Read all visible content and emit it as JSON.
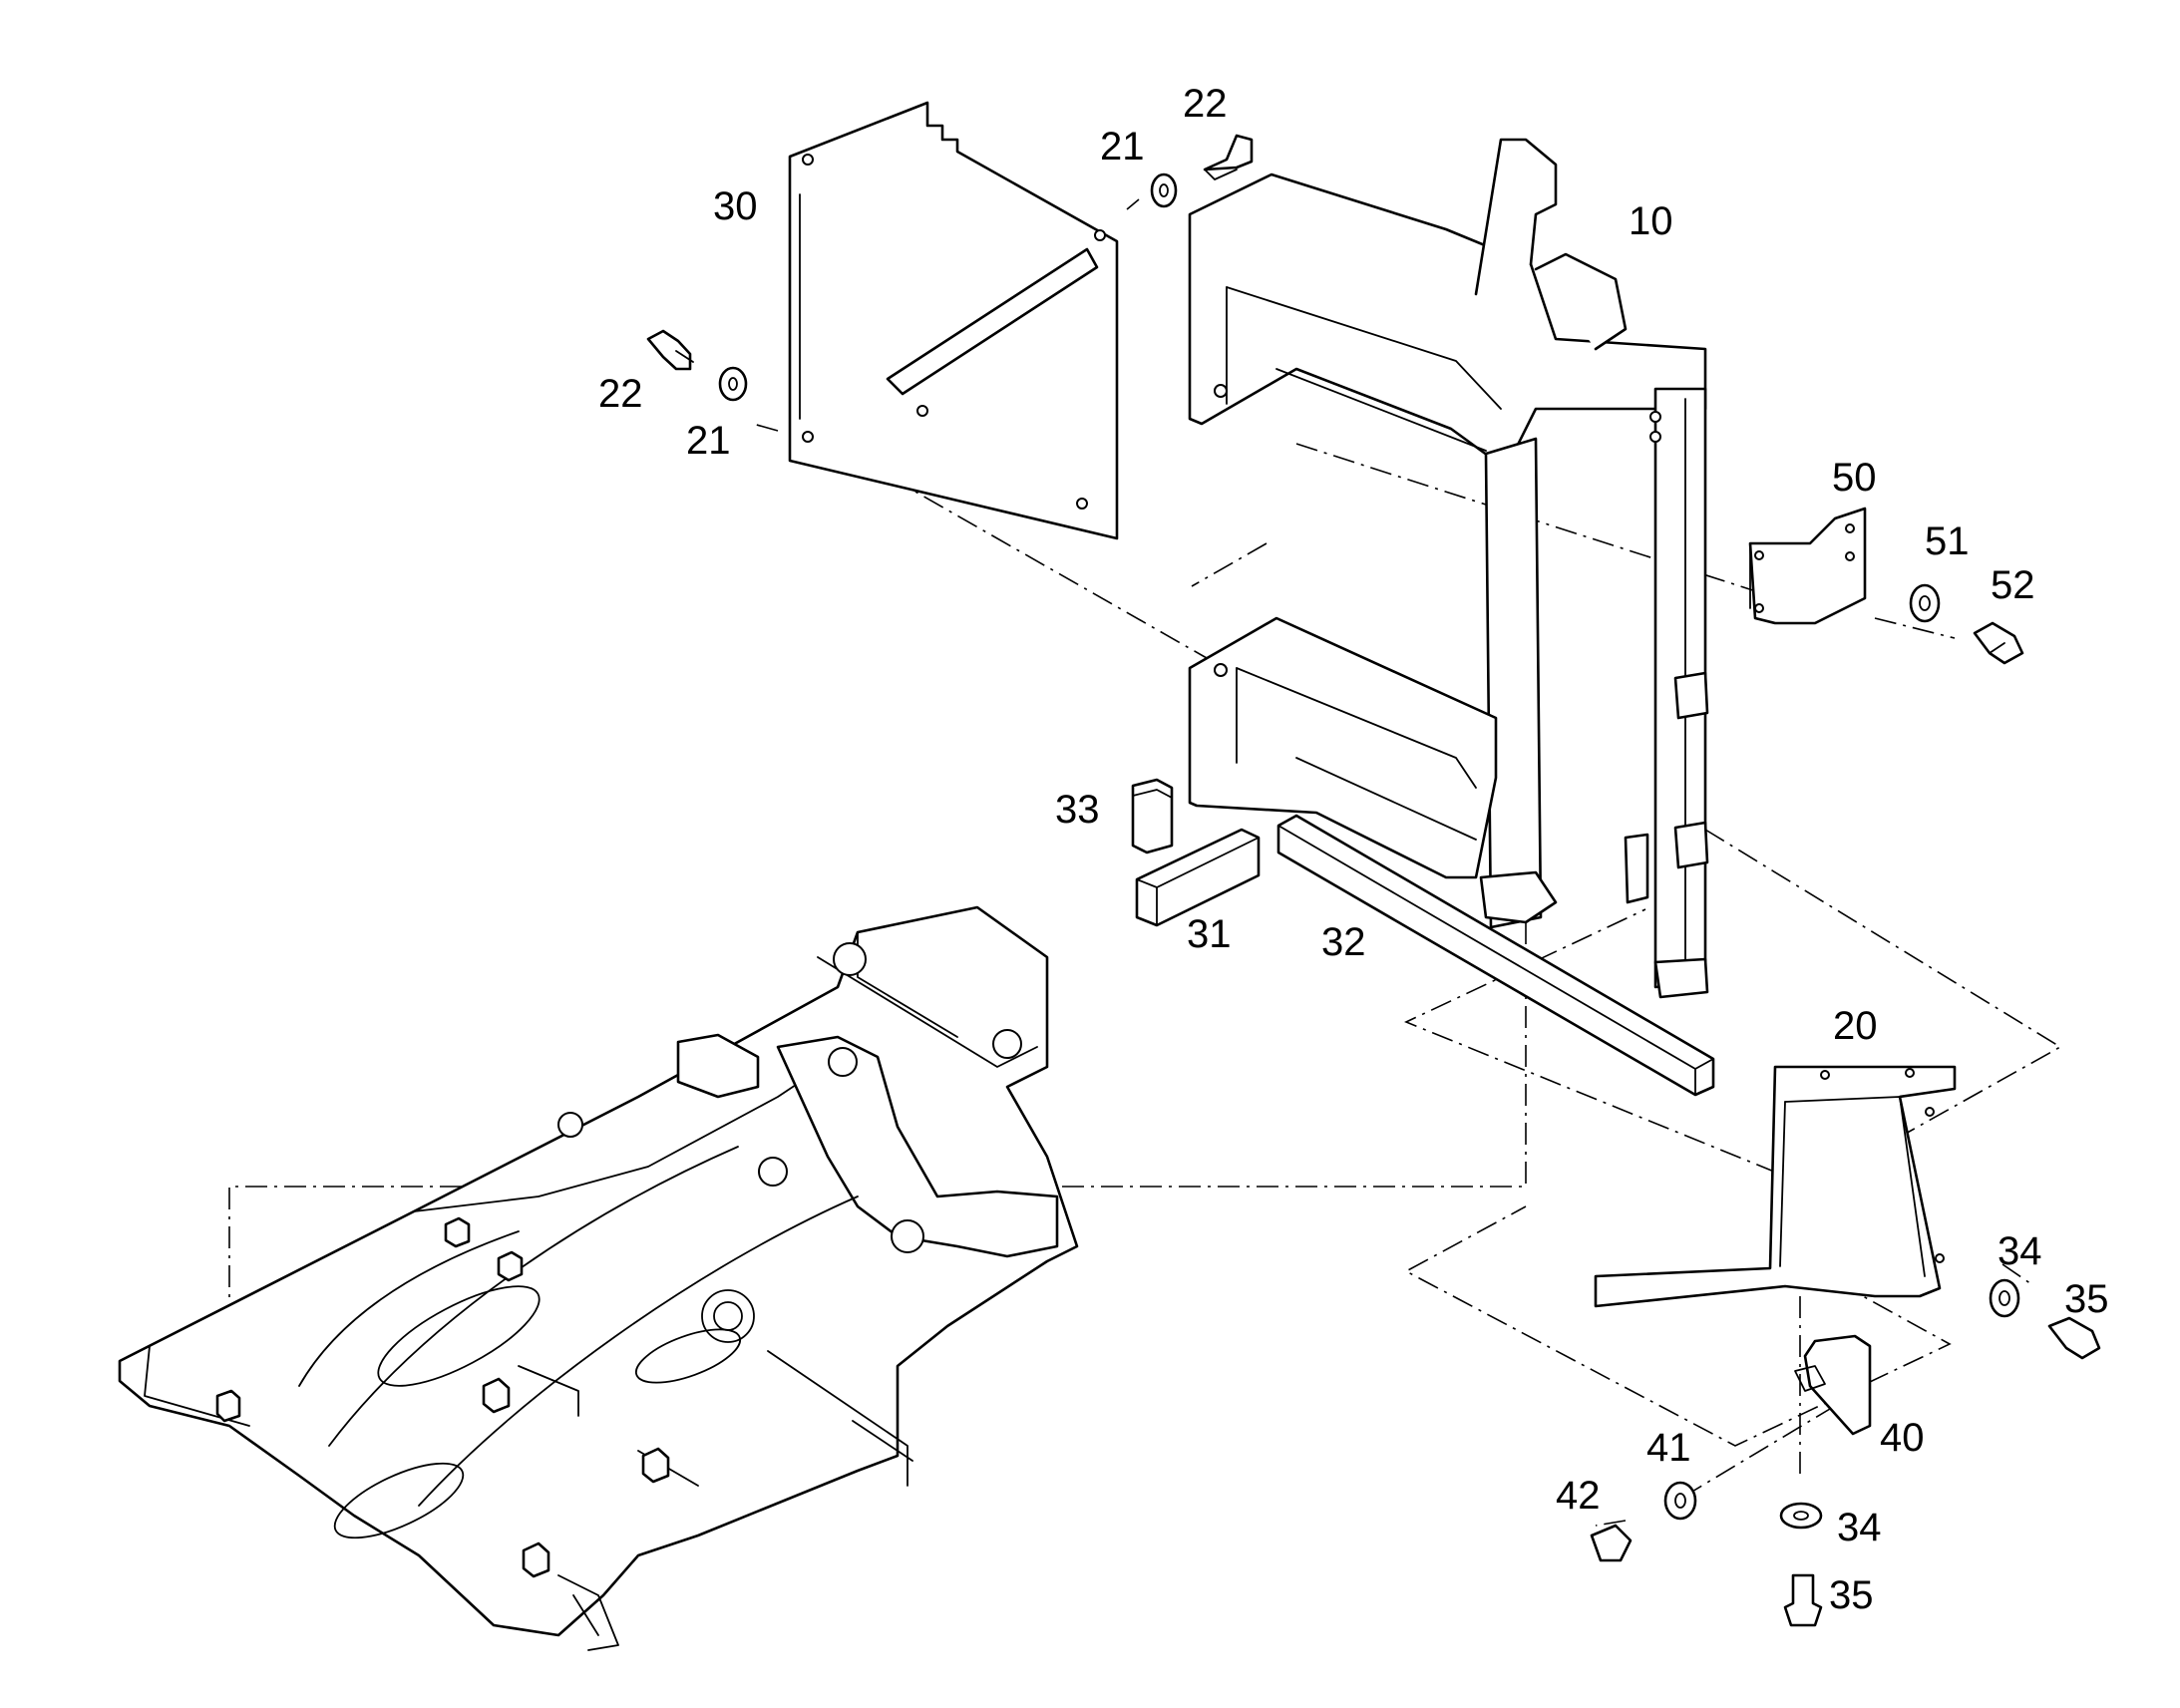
{
  "diagram": {
    "type": "exploded-parts-diagram",
    "line_color": "#000000",
    "background": "#ffffff",
    "callouts": {
      "c10": "10",
      "c20": "20",
      "c21a": "21",
      "c21b": "21",
      "c22a": "22",
      "c22b": "22",
      "c30": "30",
      "c31": "31",
      "c32": "32",
      "c33": "33",
      "c34a": "34",
      "c34b": "34",
      "c35a": "35",
      "c35b": "35",
      "c40": "40",
      "c41": "41",
      "c42": "42",
      "c50": "50",
      "c51": "51",
      "c52": "52"
    }
  }
}
